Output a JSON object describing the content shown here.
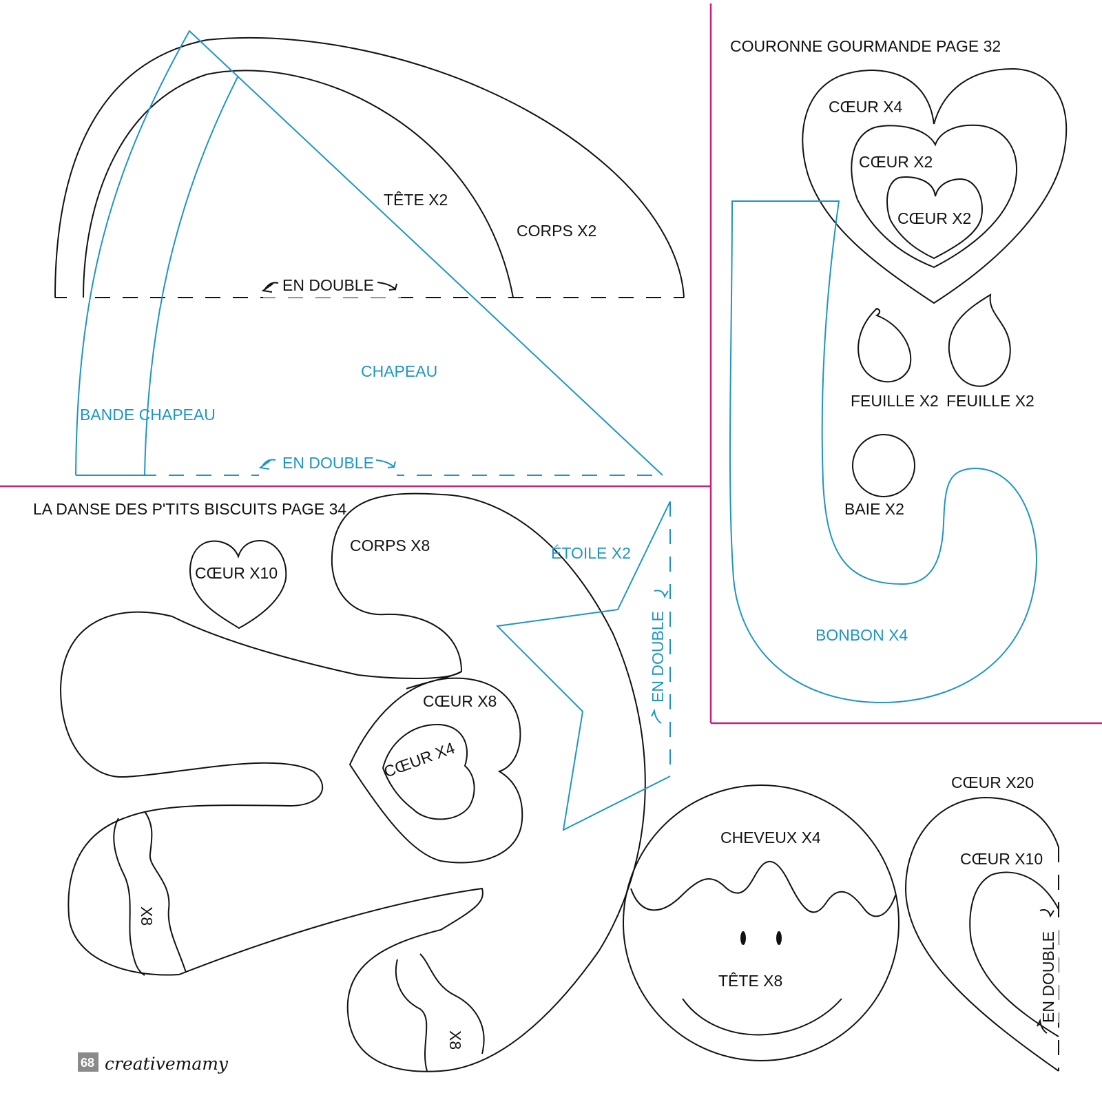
{
  "colors": {
    "outline": "#111111",
    "blue": "#1d95c6",
    "separator": "#c8217d",
    "page_badge": "#8a8a8a"
  },
  "sections": {
    "couronne_title": "COURONNE GOURMANDE PAGE 32",
    "danse_title": "LA DANSE DES P'TITS BISCUITS PAGE 34"
  },
  "hat_pattern": {
    "tete": "TÊTE X2",
    "corps": "CORPS X2",
    "en_double_black": "EN DOUBLE",
    "chapeau": "CHAPEAU",
    "bande_chapeau": "BANDE CHAPEAU",
    "en_double_blue": "EN DOUBLE"
  },
  "couronne": {
    "coeur_big": "CŒUR X4",
    "coeur_mid": "CŒUR X2",
    "coeur_small": "CŒUR X2",
    "feuille_left": "FEUILLE X2",
    "feuille_right": "FEUILLE X2",
    "baie": "BAIE X2",
    "bonbon": "BONBON X4"
  },
  "biscuits": {
    "coeur_x10_top": "CŒUR X10",
    "corps": "CORPS X8",
    "etoile": "ÉTOILE X2",
    "en_double_star": "EN DOUBLE",
    "coeur_x8": "CŒUR X8",
    "coeur_x4": "CŒUR X4",
    "x8_left": "X8",
    "x8_right": "X8",
    "cheveux": "CHEVEUX X4",
    "tete": "TÊTE X8",
    "coeur_x20": "CŒUR X20",
    "coeur_x10_right": "CŒUR X10",
    "en_double_right": "EN DOUBLE"
  },
  "footer": {
    "page_number": "68",
    "brand": "creativemamy"
  },
  "icons": [
    "arrow-left-icon",
    "arrow-right-icon"
  ]
}
